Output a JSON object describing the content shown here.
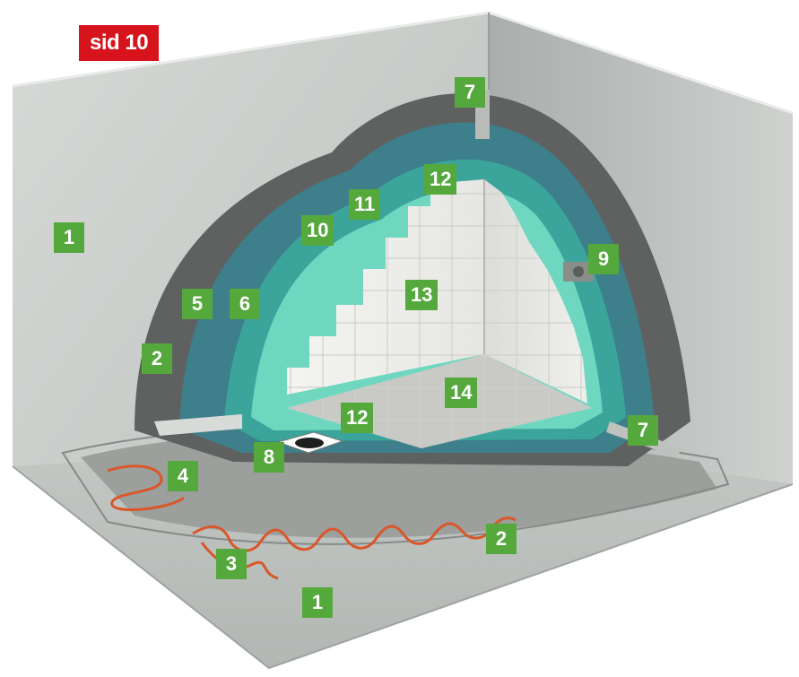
{
  "page_tag": "sid 10",
  "colors": {
    "tag_red": "#d7141b",
    "callout_green": "#54a83c",
    "concrete": "#c8ccc9",
    "membrane_blue": "#3f8f9a",
    "membrane_light": "#5fcfb8",
    "heating_cable": "#d9572a"
  },
  "callouts": [
    {
      "label": "1"
    },
    {
      "label": "1"
    },
    {
      "label": "2"
    },
    {
      "label": "2"
    },
    {
      "label": "3"
    },
    {
      "label": "4"
    },
    {
      "label": "5"
    },
    {
      "label": "6"
    },
    {
      "label": "7"
    },
    {
      "label": "7"
    },
    {
      "label": "8"
    },
    {
      "label": "9"
    },
    {
      "label": "10"
    },
    {
      "label": "11"
    },
    {
      "label": "12"
    },
    {
      "label": "12"
    },
    {
      "label": "13"
    },
    {
      "label": "14"
    }
  ]
}
